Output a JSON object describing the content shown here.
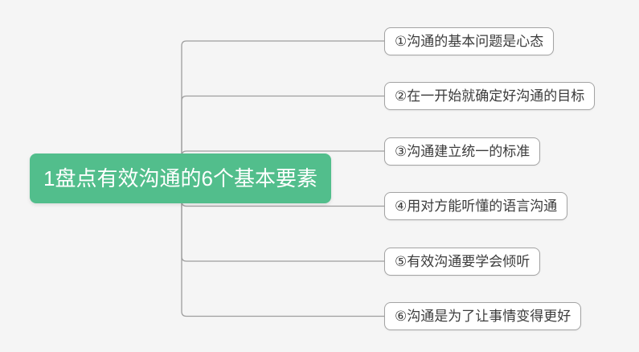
{
  "canvas": {
    "background_color": "#f5f5f5",
    "connector_color": "#9e9e9e"
  },
  "central_node": {
    "label": "1盘点有效沟通的6个基本要素",
    "background_color": "#52be8c",
    "text_color": "#ffffff"
  },
  "branches": [
    {
      "label": "①沟通的基本问题是心态"
    },
    {
      "label": "②在一开始就确定好沟通的目标"
    },
    {
      "label": "③沟通建立统一的标准"
    },
    {
      "label": "④用对方能听懂的语言沟通"
    },
    {
      "label": "⑤有效沟通要学会倾听"
    },
    {
      "label": "⑥沟通是为了让事情变得更好"
    }
  ]
}
